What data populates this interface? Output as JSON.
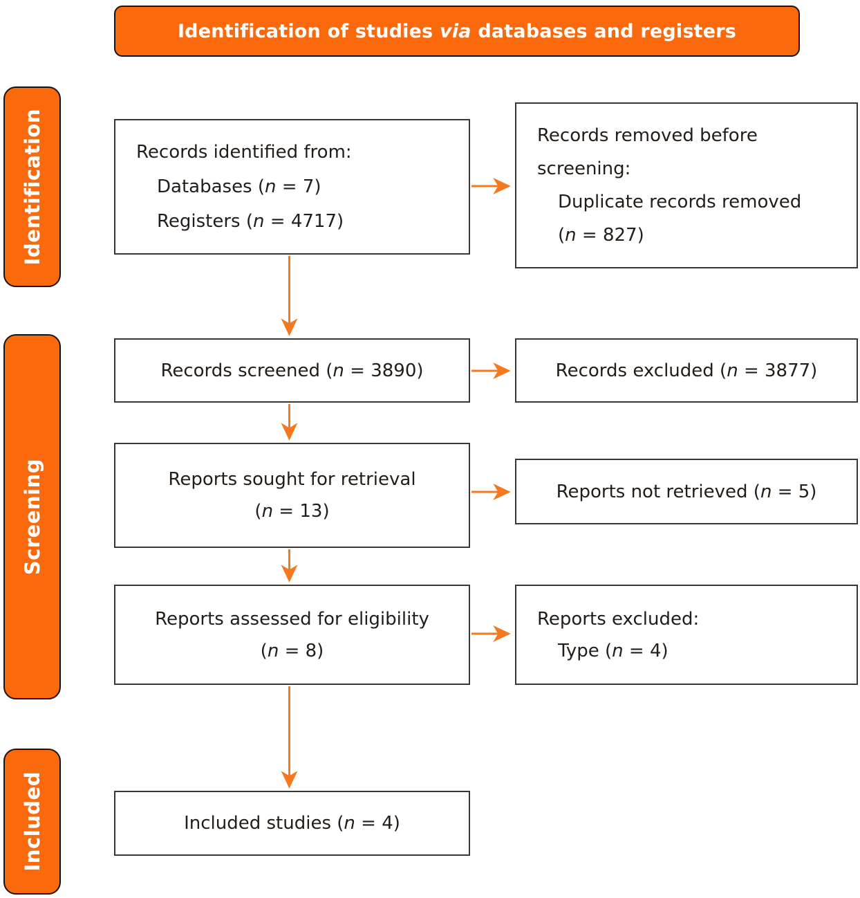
{
  "colors": {
    "accent_orange": "#FA6A0D",
    "arrow_orange": "#F5771E",
    "box_border": "#3A3633",
    "text_dark": "#231C17",
    "label_text": "#FFFFFF"
  },
  "banner": {
    "title": [
      {
        "t": "Identification of studies ",
        "i": false
      },
      {
        "t": "via",
        "i": true
      },
      {
        "t": " databases and registers",
        "i": false
      }
    ]
  },
  "sidebars": {
    "identification": "Identification",
    "screening": "Screening",
    "included": "Included"
  },
  "boxes": {
    "records_identified": {
      "lines": [
        {
          "indent": false,
          "seg": [
            {
              "t": "Records identified from:"
            }
          ]
        },
        {
          "indent": true,
          "seg": [
            {
              "t": "Databases ("
            },
            {
              "t": "n",
              "i": true
            },
            {
              "t": " = 7)"
            }
          ]
        },
        {
          "indent": true,
          "seg": [
            {
              "t": "Registers ("
            },
            {
              "t": "n",
              "i": true
            },
            {
              "t": " = 4717)"
            }
          ]
        }
      ]
    },
    "records_removed": {
      "lines": [
        {
          "seg": [
            {
              "t": "Records removed before"
            }
          ]
        },
        {
          "seg": [
            {
              "t": "screening:"
            }
          ]
        },
        {
          "indent": true,
          "seg": [
            {
              "t": "Duplicate records removed"
            }
          ]
        },
        {
          "indent": true,
          "seg": [
            {
              "t": "("
            },
            {
              "t": "n",
              "i": true
            },
            {
              "t": " = 827)"
            }
          ]
        }
      ]
    },
    "records_screened": {
      "lines": [
        {
          "seg": [
            {
              "t": "Records screened ("
            },
            {
              "t": "n",
              "i": true
            },
            {
              "t": " = 3890)"
            }
          ]
        }
      ]
    },
    "records_excluded": {
      "lines": [
        {
          "seg": [
            {
              "t": "Records excluded ("
            },
            {
              "t": "n",
              "i": true
            },
            {
              "t": " = 3877)"
            }
          ]
        }
      ]
    },
    "reports_sought": {
      "lines": [
        {
          "seg": [
            {
              "t": "Reports sought for retrieval"
            }
          ]
        },
        {
          "seg": [
            {
              "t": "("
            },
            {
              "t": "n",
              "i": true
            },
            {
              "t": " = 13)"
            }
          ]
        }
      ]
    },
    "reports_not_retrieved": {
      "lines": [
        {
          "seg": [
            {
              "t": "Reports not retrieved ("
            },
            {
              "t": "n",
              "i": true
            },
            {
              "t": " = 5)"
            }
          ]
        }
      ]
    },
    "reports_assessed": {
      "lines": [
        {
          "seg": [
            {
              "t": "Reports assessed for eligibility"
            }
          ]
        },
        {
          "seg": [
            {
              "t": "("
            },
            {
              "t": "n",
              "i": true
            },
            {
              "t": " = 8)"
            }
          ]
        }
      ]
    },
    "reports_excluded": {
      "lines": [
        {
          "seg": [
            {
              "t": "Reports excluded:"
            }
          ]
        },
        {
          "indent": true,
          "seg": [
            {
              "t": "Type ("
            },
            {
              "t": "n",
              "i": true
            },
            {
              "t": " = 4)"
            }
          ]
        }
      ]
    },
    "included_studies": {
      "lines": [
        {
          "seg": [
            {
              "t": "Included studies ("
            },
            {
              "t": "n",
              "i": true
            },
            {
              "t": " = 4)"
            }
          ]
        }
      ]
    }
  }
}
